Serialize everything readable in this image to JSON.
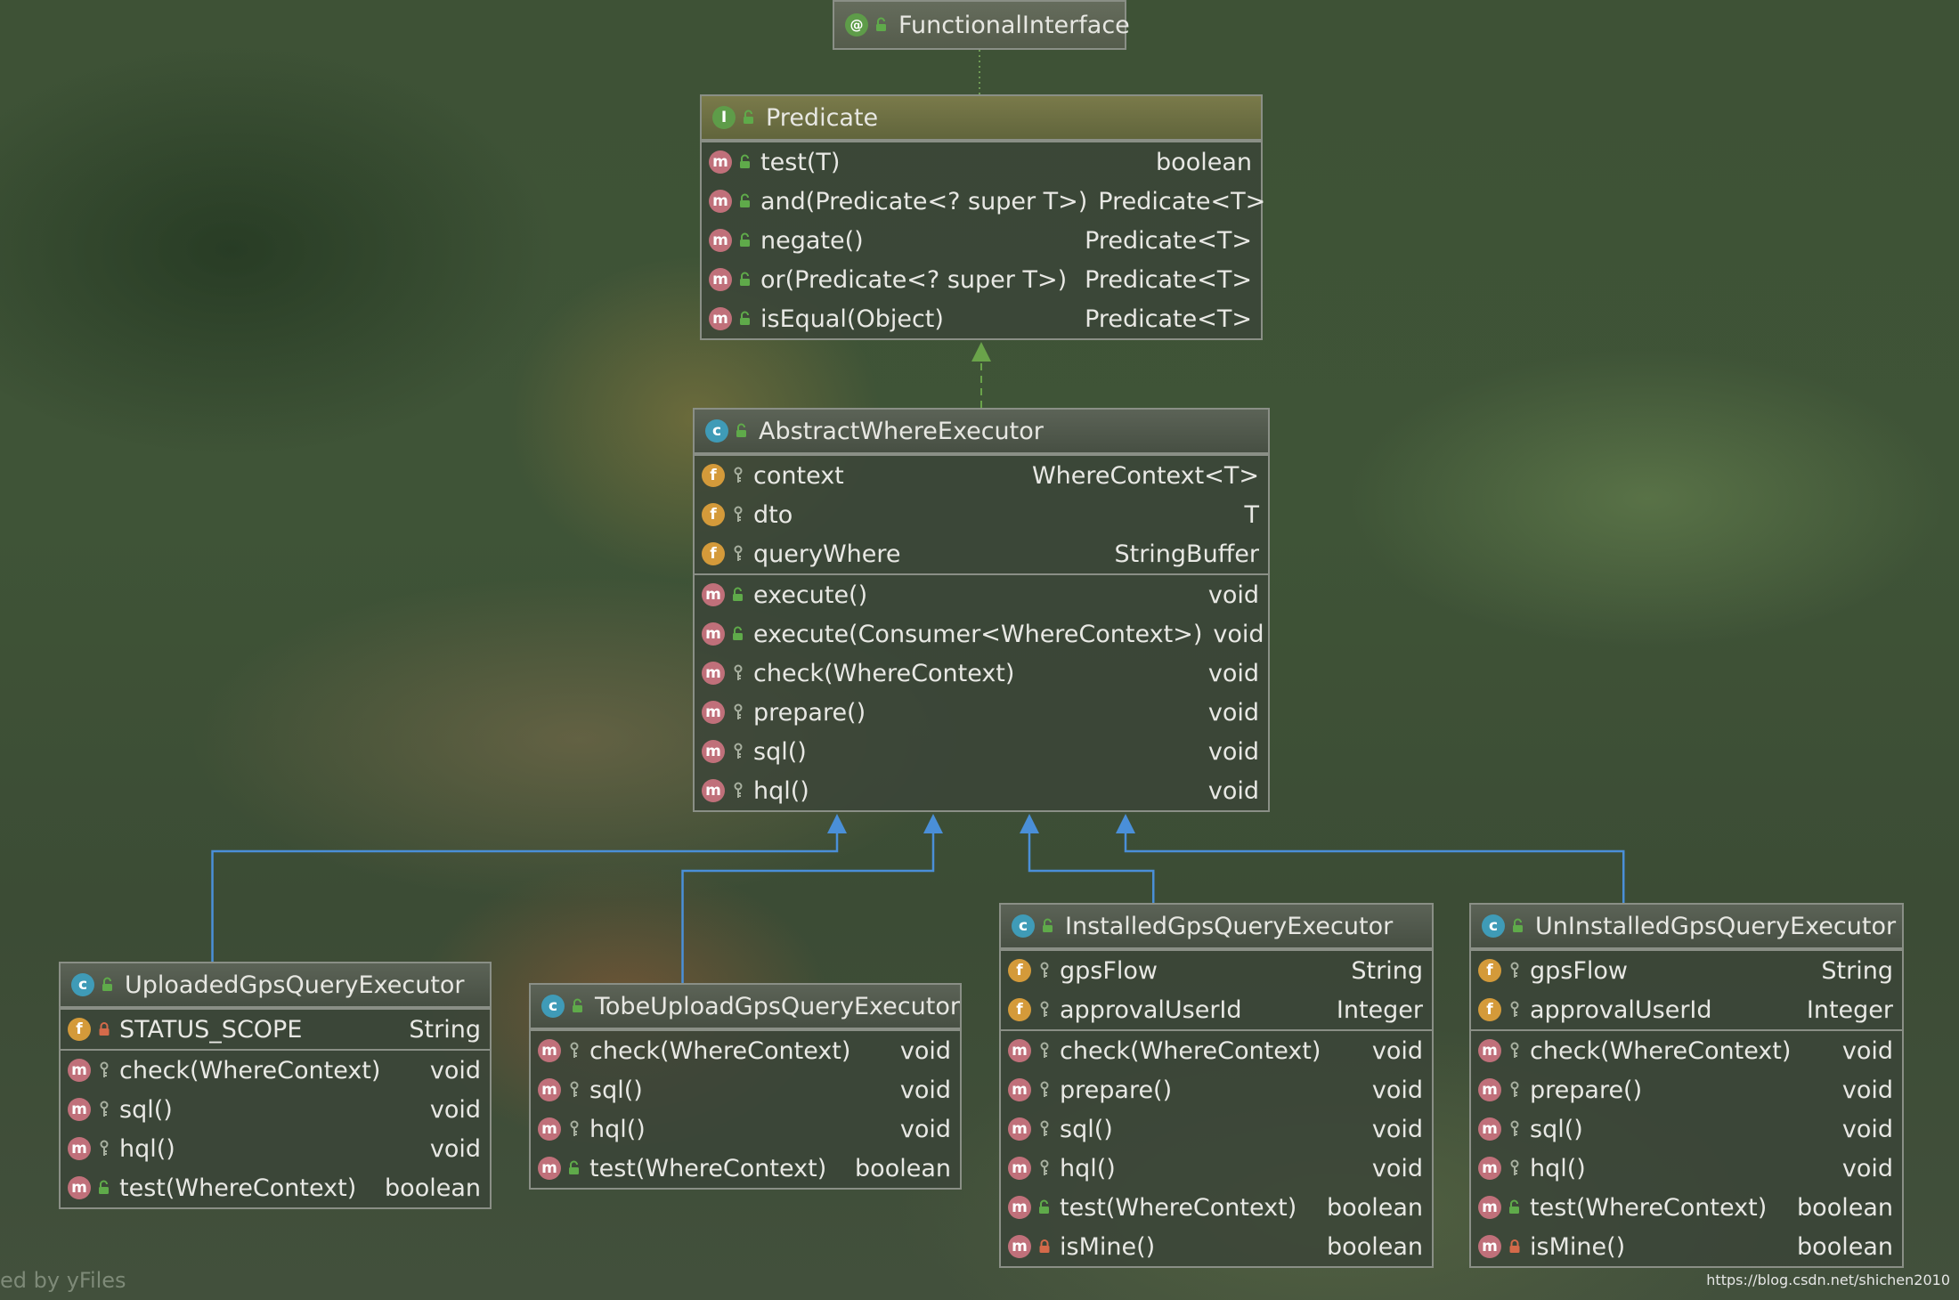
{
  "diagram": {
    "nodes": {
      "functional_interface": {
        "kind": "@",
        "title": "FunctionalInterface",
        "sections": []
      },
      "predicate": {
        "kind": "I",
        "title": "Predicate",
        "sections": [
          [
            {
              "kind": "m",
              "vis": "public",
              "name": "test(T)",
              "type": "boolean"
            },
            {
              "kind": "m",
              "vis": "public",
              "name": "and(Predicate<? super T>)",
              "type": "Predicate<T>"
            },
            {
              "kind": "m",
              "vis": "public",
              "name": "negate()",
              "type": "Predicate<T>"
            },
            {
              "kind": "m",
              "vis": "public",
              "name": "or(Predicate<? super T>)",
              "type": "Predicate<T>"
            },
            {
              "kind": "m",
              "vis": "public",
              "name": "isEqual(Object)",
              "type": "Predicate<T>"
            }
          ]
        ]
      },
      "abstract_where_executor": {
        "kind": "c",
        "title": "AbstractWhereExecutor",
        "sections": [
          [
            {
              "kind": "f",
              "vis": "protected",
              "name": "context",
              "type": "WhereContext<T>"
            },
            {
              "kind": "f",
              "vis": "protected",
              "name": "dto",
              "type": "T"
            },
            {
              "kind": "f",
              "vis": "protected",
              "name": "queryWhere",
              "type": "StringBuffer"
            }
          ],
          [
            {
              "kind": "m",
              "vis": "public",
              "name": "execute()",
              "type": "void"
            },
            {
              "kind": "m",
              "vis": "public",
              "name": "execute(Consumer<WhereContext>)",
              "type": "void"
            },
            {
              "kind": "m",
              "vis": "protected",
              "name": "check(WhereContext)",
              "type": "void"
            },
            {
              "kind": "m",
              "vis": "protected",
              "name": "prepare()",
              "type": "void"
            },
            {
              "kind": "m",
              "vis": "protected",
              "name": "sql()",
              "type": "void"
            },
            {
              "kind": "m",
              "vis": "protected",
              "name": "hql()",
              "type": "void"
            }
          ]
        ]
      },
      "uploaded": {
        "kind": "c",
        "title": "UploadedGpsQueryExecutor",
        "sections": [
          [
            {
              "kind": "f",
              "vis": "private",
              "name": "STATUS_SCOPE",
              "type": "String"
            }
          ],
          [
            {
              "kind": "m",
              "vis": "protected",
              "name": "check(WhereContext)",
              "type": "void"
            },
            {
              "kind": "m",
              "vis": "protected",
              "name": "sql()",
              "type": "void"
            },
            {
              "kind": "m",
              "vis": "protected",
              "name": "hql()",
              "type": "void"
            },
            {
              "kind": "m",
              "vis": "public",
              "name": "test(WhereContext)",
              "type": "boolean"
            }
          ]
        ]
      },
      "tobe_upload": {
        "kind": "c",
        "title": "TobeUploadGpsQueryExecutor",
        "sections": [
          [
            {
              "kind": "m",
              "vis": "protected",
              "name": "check(WhereContext)",
              "type": "void"
            },
            {
              "kind": "m",
              "vis": "protected",
              "name": "sql()",
              "type": "void"
            },
            {
              "kind": "m",
              "vis": "protected",
              "name": "hql()",
              "type": "void"
            },
            {
              "kind": "m",
              "vis": "public",
              "name": "test(WhereContext)",
              "type": "boolean"
            }
          ]
        ]
      },
      "installed": {
        "kind": "c",
        "title": "InstalledGpsQueryExecutor",
        "sections": [
          [
            {
              "kind": "f",
              "vis": "protected",
              "name": "gpsFlow",
              "type": "String"
            },
            {
              "kind": "f",
              "vis": "protected",
              "name": "approvalUserId",
              "type": "Integer"
            }
          ],
          [
            {
              "kind": "m",
              "vis": "protected",
              "name": "check(WhereContext)",
              "type": "void"
            },
            {
              "kind": "m",
              "vis": "protected",
              "name": "prepare()",
              "type": "void"
            },
            {
              "kind": "m",
              "vis": "protected",
              "name": "sql()",
              "type": "void"
            },
            {
              "kind": "m",
              "vis": "protected",
              "name": "hql()",
              "type": "void"
            },
            {
              "kind": "m",
              "vis": "public",
              "name": "test(WhereContext)",
              "type": "boolean"
            },
            {
              "kind": "m",
              "vis": "private",
              "name": "isMine()",
              "type": "boolean"
            }
          ]
        ]
      },
      "uninstalled": {
        "kind": "c",
        "title": "UnInstalledGpsQueryExecutor",
        "sections": [
          [
            {
              "kind": "f",
              "vis": "protected",
              "name": "gpsFlow",
              "type": "String"
            },
            {
              "kind": "f",
              "vis": "protected",
              "name": "approvalUserId",
              "type": "Integer"
            }
          ],
          [
            {
              "kind": "m",
              "vis": "protected",
              "name": "check(WhereContext)",
              "type": "void"
            },
            {
              "kind": "m",
              "vis": "protected",
              "name": "prepare()",
              "type": "void"
            },
            {
              "kind": "m",
              "vis": "protected",
              "name": "sql()",
              "type": "void"
            },
            {
              "kind": "m",
              "vis": "protected",
              "name": "hql()",
              "type": "void"
            },
            {
              "kind": "m",
              "vis": "public",
              "name": "test(WhereContext)",
              "type": "boolean"
            },
            {
              "kind": "m",
              "vis": "private",
              "name": "isMine()",
              "type": "boolean"
            }
          ]
        ]
      }
    },
    "edges": [
      {
        "from": "predicate",
        "to": "functional_interface",
        "style": "annotation",
        "color": "#6f9a55"
      },
      {
        "from": "abstract_where_executor",
        "to": "predicate",
        "style": "implements",
        "color": "#6aa34a"
      },
      {
        "from": "uploaded",
        "to": "abstract_where_executor",
        "style": "extends",
        "color": "#4a8fd8"
      },
      {
        "from": "tobe_upload",
        "to": "abstract_where_executor",
        "style": "extends",
        "color": "#4a8fd8"
      },
      {
        "from": "installed",
        "to": "abstract_where_executor",
        "style": "extends",
        "color": "#4a8fd8"
      },
      {
        "from": "uninstalled",
        "to": "abstract_where_executor",
        "style": "extends",
        "color": "#4a8fd8"
      }
    ]
  },
  "watermark_left": "ed by yFiles",
  "watermark_right": "https://blog.csdn.net/shichen2010"
}
